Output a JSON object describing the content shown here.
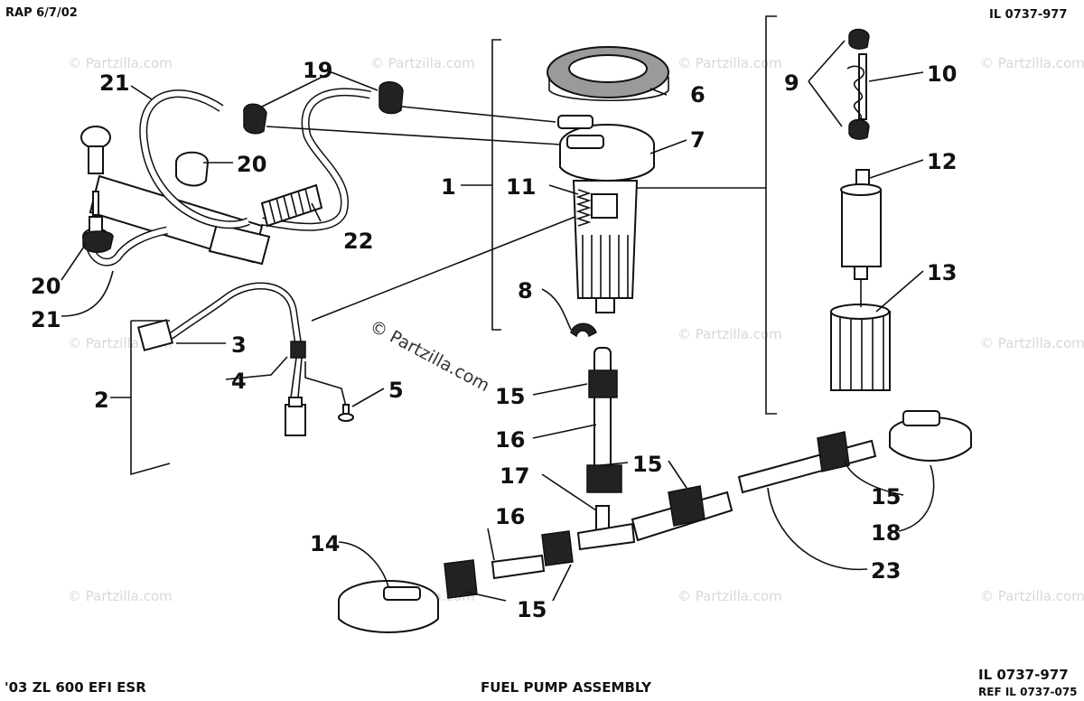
{
  "header": {
    "left": "RAP 6/7/02",
    "right": "IL 0737-977"
  },
  "footer": {
    "model": "'03 ZL 600 EFI ESR",
    "title": "FUEL PUMP ASSEMBLY",
    "code": "IL 0737-977",
    "ref": "REF IL 0737-075"
  },
  "watermark": {
    "main": "© Partzilla.com",
    "tile": "© Partzilla.com"
  },
  "callouts": {
    "c1": "1",
    "c2": "2",
    "c3": "3",
    "c4": "4",
    "c5": "5",
    "c6": "6",
    "c7": "7",
    "c8": "8",
    "c9": "9",
    "c10": "10",
    "c11": "11",
    "c12": "12",
    "c13": "13",
    "c14": "14",
    "c15": "15",
    "c16": "16",
    "c17": "17",
    "c18": "18",
    "c19": "19",
    "c20": "20",
    "c21": "21",
    "c22": "22",
    "c23": "23"
  }
}
